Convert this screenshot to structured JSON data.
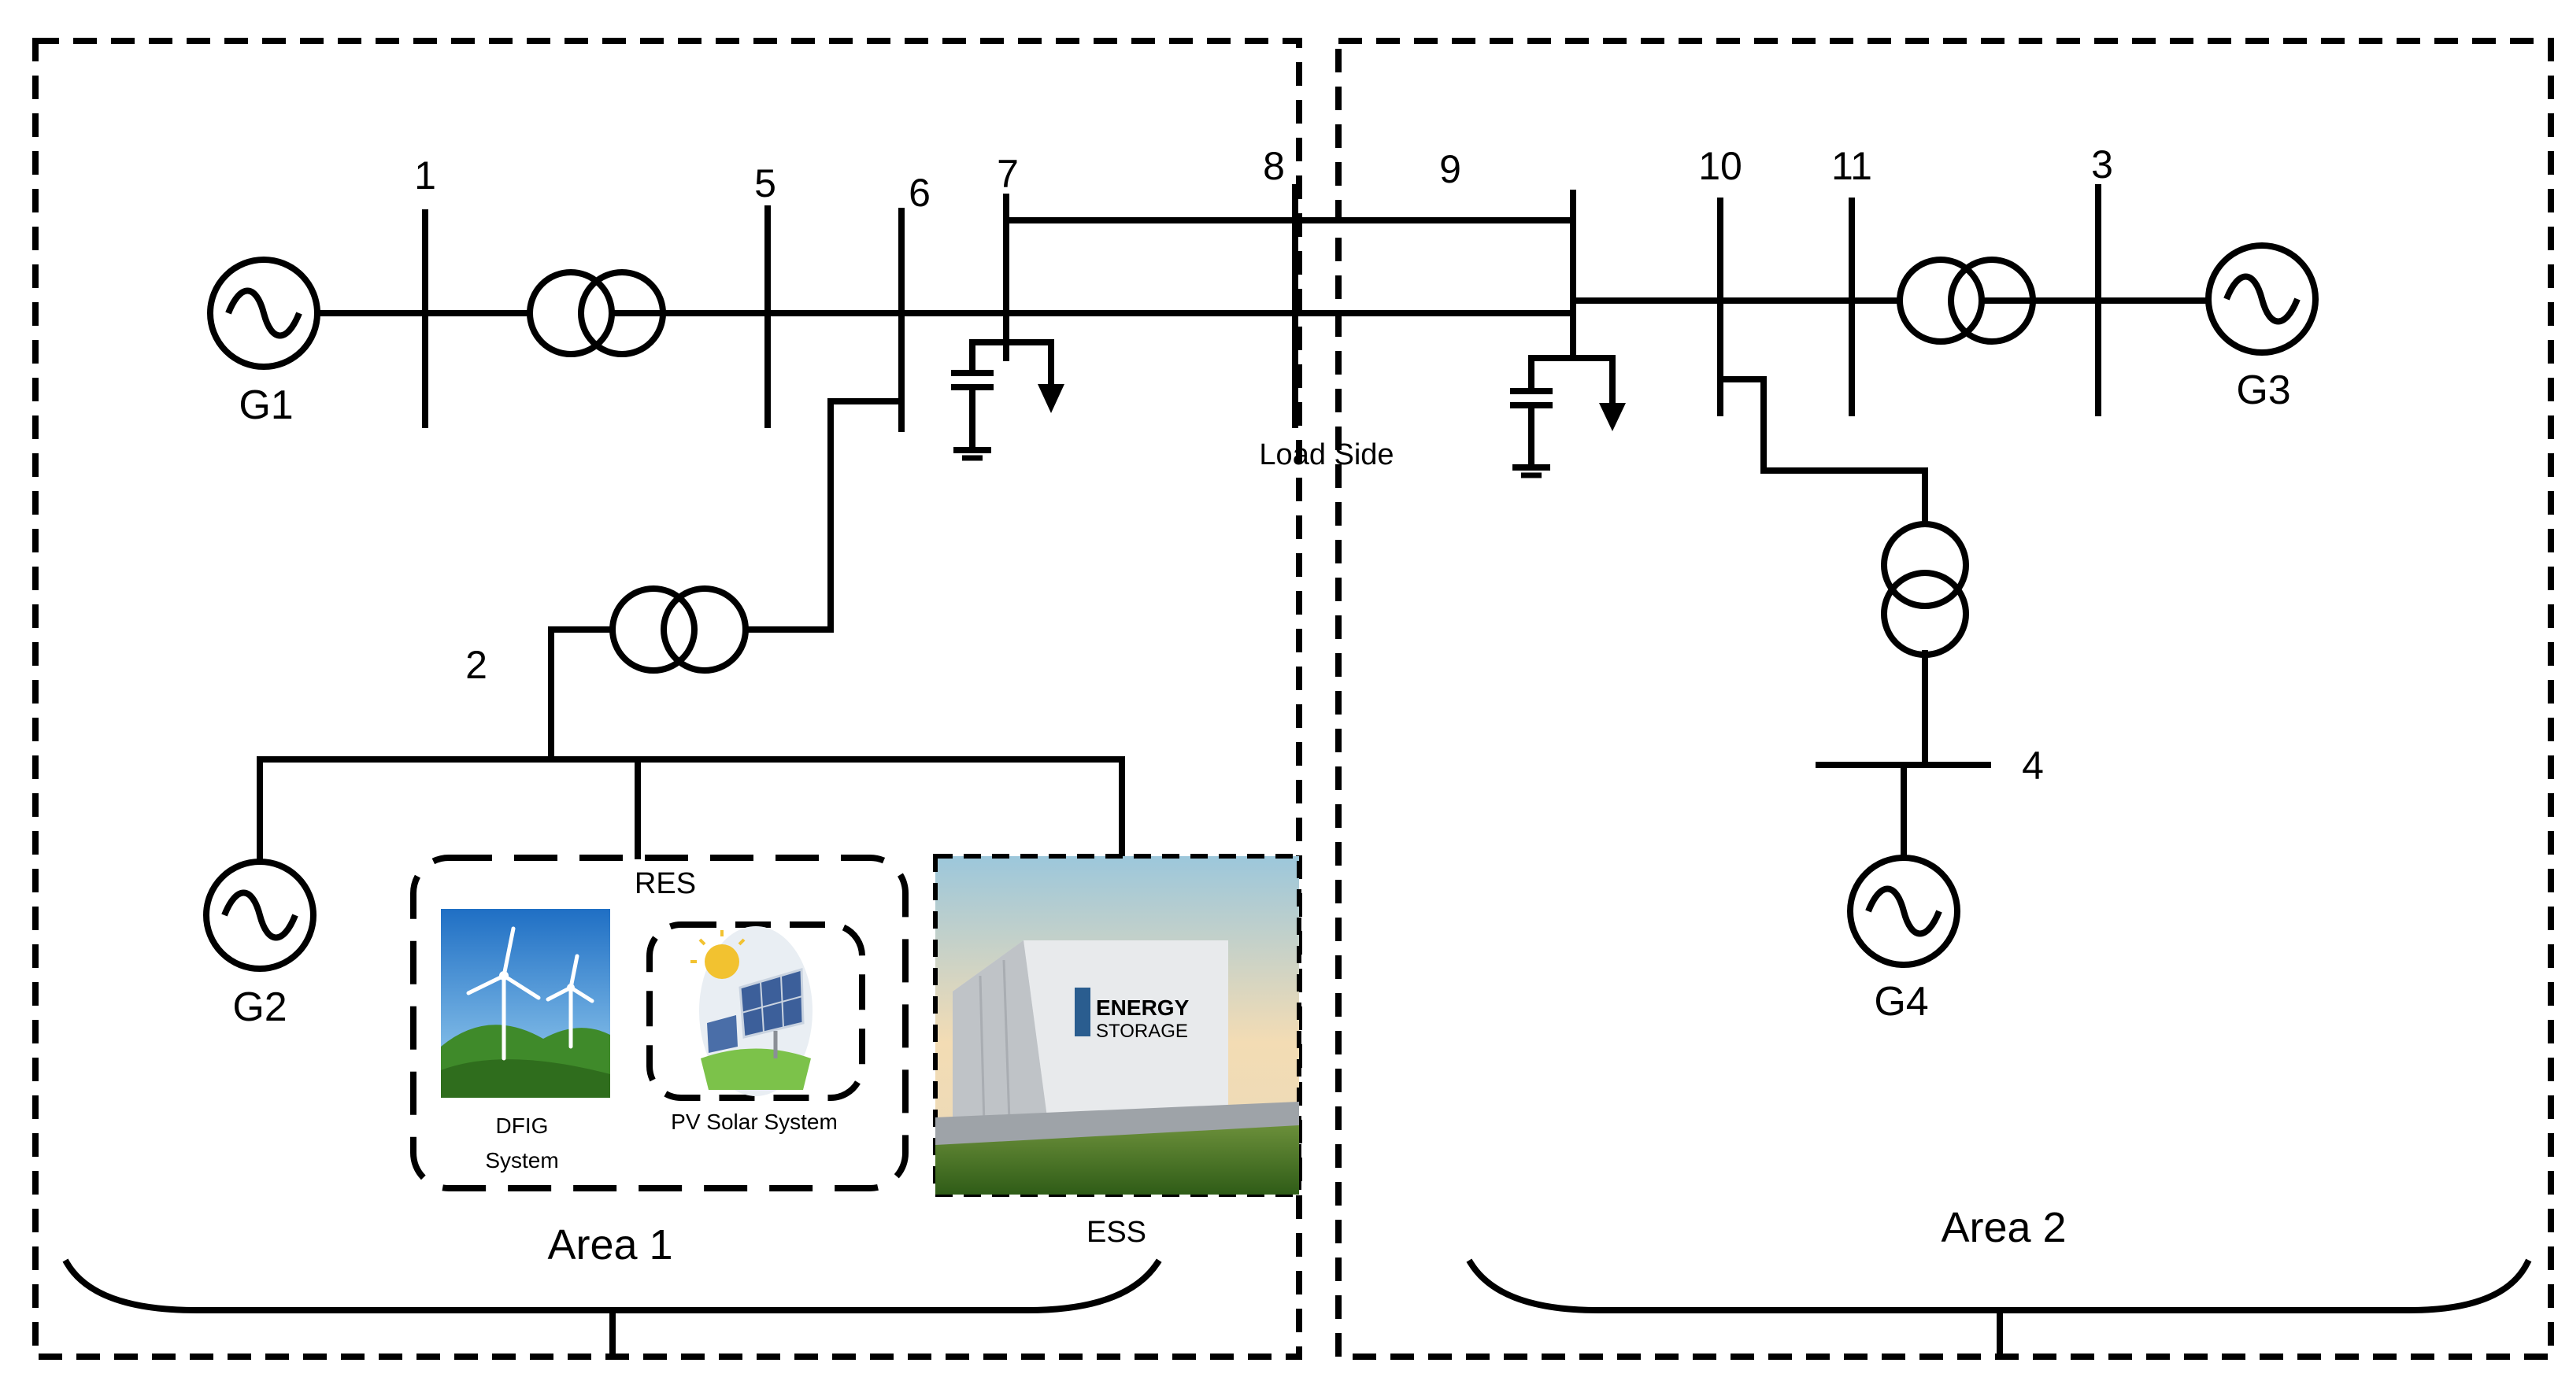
{
  "buses": {
    "b1": "1",
    "b2": "2",
    "b3": "3",
    "b4": "4",
    "b5": "5",
    "b6": "6",
    "b7": "7",
    "b8": "8",
    "b9": "9",
    "b10": "10",
    "b11": "11"
  },
  "generators": {
    "g1": "G1",
    "g2": "G2",
    "g3": "G3",
    "g4": "G4"
  },
  "labels": {
    "load_side": "Load Side",
    "res": "RES",
    "dfig_line1": "DFIG",
    "dfig_line2": "System",
    "pv": "PV Solar System",
    "ess": "ESS",
    "ess_sign_line1": "ENERGY",
    "ess_sign_line2": "STORAGE",
    "area1": "Area 1",
    "area2": "Area 2"
  },
  "colors": {
    "line": "#000000",
    "sky_top": "#1f6fc4",
    "sky_bottom": "#9fd3f2",
    "hill": "#3f8a2a",
    "ess_sky": "#b9d9e6",
    "ess_glow": "#f6d8a8",
    "ess_container": "#e4e6e8",
    "ess_grass": "#3c6a1e",
    "sign_blue": "#2a5d8f",
    "sun": "#f2c230",
    "panel": "#3c5f9a"
  }
}
